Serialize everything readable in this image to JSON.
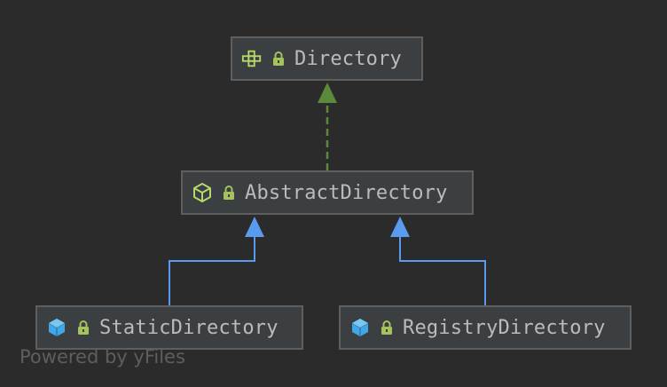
{
  "nodes": {
    "directory": {
      "label": "Directory",
      "kind": "interface"
    },
    "abstract": {
      "label": "AbstractDirectory",
      "kind": "abstract-class"
    },
    "static": {
      "label": "StaticDirectory",
      "kind": "class"
    },
    "registry": {
      "label": "RegistryDirectory",
      "kind": "class"
    }
  },
  "footer": {
    "text": "Powered by yFiles"
  },
  "colors": {
    "implements_edge": "#5a8a3a",
    "extends_edge": "#5a9bf0",
    "interface_icon": "#b5d86b",
    "abstract_icon": "#b5d86b",
    "class_icon": "#40a8e8",
    "lock": "#a5c25c"
  }
}
